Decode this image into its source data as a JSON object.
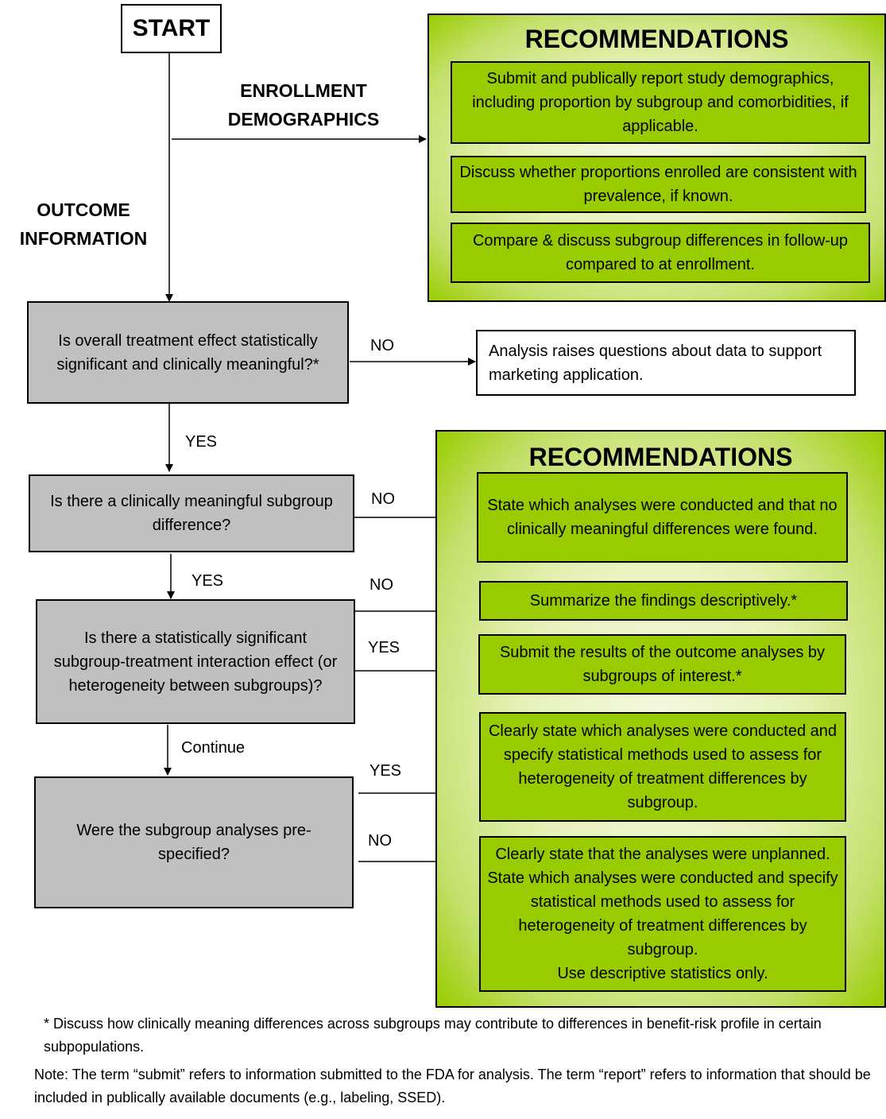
{
  "start": "START",
  "labels": {
    "enrollment_demographics": "ENROLLMENT\nDEMOGRAPHICS",
    "outcome_information": "OUTCOME\nINFORMATION"
  },
  "decisions": {
    "q1": "Is overall treatment effect statistically significant and clinically meaningful?*",
    "q2": "Is there a clinically meaningful subgroup difference?",
    "q3": "Is there a statistically significant subgroup-treatment interaction effect (or heterogeneity between subgroups)?",
    "q4": "Were the subgroup analyses pre-specified?"
  },
  "outcome_box": "Analysis raises questions about data to support marketing application.",
  "edge_labels": {
    "q1_no": "NO",
    "q1_yes": "YES",
    "q2_no": "NO",
    "q2_yes": "YES",
    "q3_no": "NO",
    "q3_yes": "YES",
    "q3_continue": "Continue",
    "q4_yes": "YES",
    "q4_no": "NO"
  },
  "panel_top": {
    "title": "RECOMMENDATIONS",
    "items": [
      "Submit and publically report study demographics, including proportion by subgroup and comorbidities, if applicable.",
      "Discuss whether proportions enrolled are consistent with prevalence, if known.",
      "Compare & discuss subgroup differences in follow-up compared to at enrollment."
    ]
  },
  "panel_bottom": {
    "title": "RECOMMENDATIONS",
    "items": [
      "State which analyses were conducted and that no clinically meaningful differences were found.",
      "Summarize the findings descriptively.*",
      "Submit the results of the outcome analyses by subgroups of interest.*",
      "Clearly state which analyses were conducted and specify statistical methods used to assess for heterogeneity of treatment differences by subgroup.",
      "Clearly state that the analyses were unplanned. State which analyses were conducted and specify statistical methods used to assess for heterogeneity of treatment differences by subgroup.\nUse descriptive statistics only."
    ]
  },
  "footnote": "* Discuss how clinically meaning differences across subgroups may contribute to differences in benefit-risk profile in certain subpopulations.",
  "note": "Note:  The term “submit” refers to information submitted to the FDA for analysis. The term “report” refers to information that should be included in publically available documents (e.g., labeling, SSED).",
  "colors": {
    "decision_fill": "#c0c0c0",
    "recommendation_fill": "#99cc00",
    "panel_gradient_center": "#f4f9e0"
  }
}
